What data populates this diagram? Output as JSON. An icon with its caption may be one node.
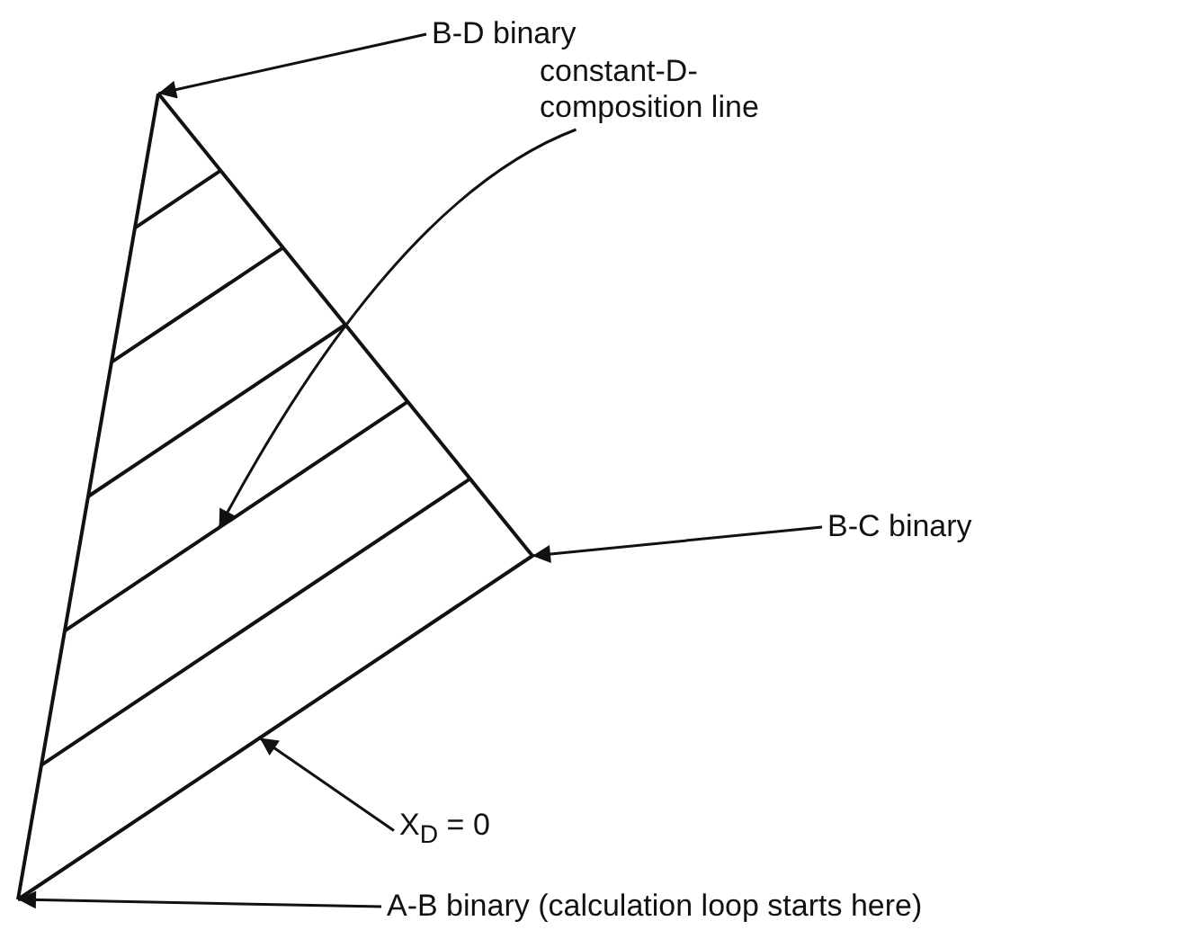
{
  "diagram": {
    "nodes": [
      {
        "text": [
          "B-D binary"
        ]
      },
      {
        "text": [
          "constant-D-composition line"
        ]
      },
      {
        "text": [
          "B-C binary"
        ]
      },
      {
        "text": [
          "X$_{D}$ = 0"
        ]
      },
      {
        "text": [
          "A-B binary (calculation loop starts here)"
        ]
      }
    ],
    "edges": [
      {
        "from": 0,
        "to": null,
        "arrow": "to"
      },
      {
        "from": 1,
        "to": null,
        "arrow": "to"
      },
      {
        "from": 2,
        "to": null,
        "arrow": "to"
      },
      {
        "from": 3,
        "to": null,
        "arrow": "to"
      },
      {
        "from": 4,
        "to": null,
        "arrow": "to"
      }
    ]
  }
}
